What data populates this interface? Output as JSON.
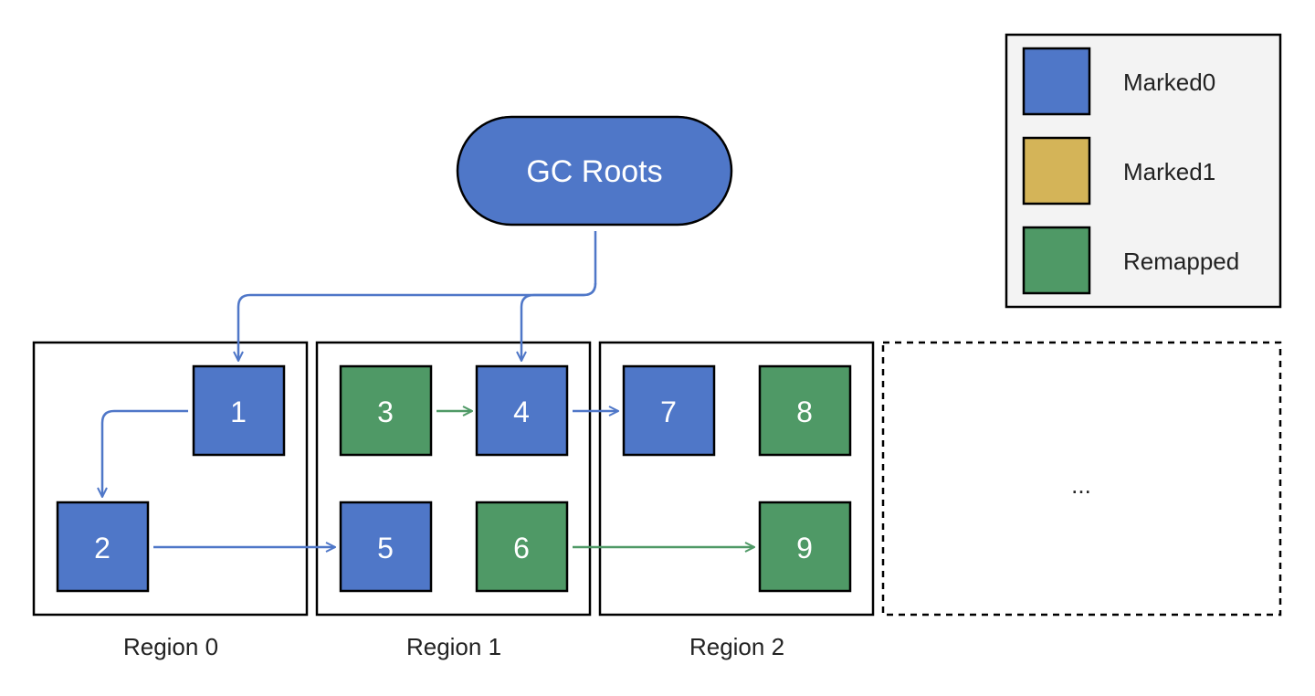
{
  "colors": {
    "marked0": "#4f77c8",
    "marked1": "#d4b458",
    "remapped": "#4f9966",
    "legend_bg": "#f3f3f3",
    "stroke": "#000000"
  },
  "root": {
    "label": "GC Roots"
  },
  "legend": {
    "items": [
      {
        "label": "Marked0",
        "kind": "marked0"
      },
      {
        "label": "Marked1",
        "kind": "marked1"
      },
      {
        "label": "Remapped",
        "kind": "remapped"
      }
    ]
  },
  "regions": [
    {
      "label": "Region 0"
    },
    {
      "label": "Region 1"
    },
    {
      "label": "Region 2"
    },
    {
      "label": "..."
    }
  ],
  "objects": [
    {
      "id": "1",
      "label": "1",
      "kind": "marked0"
    },
    {
      "id": "2",
      "label": "2",
      "kind": "marked0"
    },
    {
      "id": "3",
      "label": "3",
      "kind": "remapped"
    },
    {
      "id": "4",
      "label": "4",
      "kind": "marked0"
    },
    {
      "id": "5",
      "label": "5",
      "kind": "marked0"
    },
    {
      "id": "6",
      "label": "6",
      "kind": "remapped"
    },
    {
      "id": "7",
      "label": "7",
      "kind": "marked0"
    },
    {
      "id": "8",
      "label": "8",
      "kind": "remapped"
    },
    {
      "id": "9",
      "label": "9",
      "kind": "remapped"
    }
  ],
  "edges": [
    {
      "from": "root",
      "to": "1",
      "kind": "marked0"
    },
    {
      "from": "root",
      "to": "4",
      "kind": "marked0"
    },
    {
      "from": "1",
      "to": "2",
      "kind": "marked0"
    },
    {
      "from": "2",
      "to": "5",
      "kind": "marked0"
    },
    {
      "from": "3",
      "to": "4",
      "kind": "remapped"
    },
    {
      "from": "4",
      "to": "7",
      "kind": "marked0"
    },
    {
      "from": "6",
      "to": "9",
      "kind": "remapped"
    }
  ]
}
